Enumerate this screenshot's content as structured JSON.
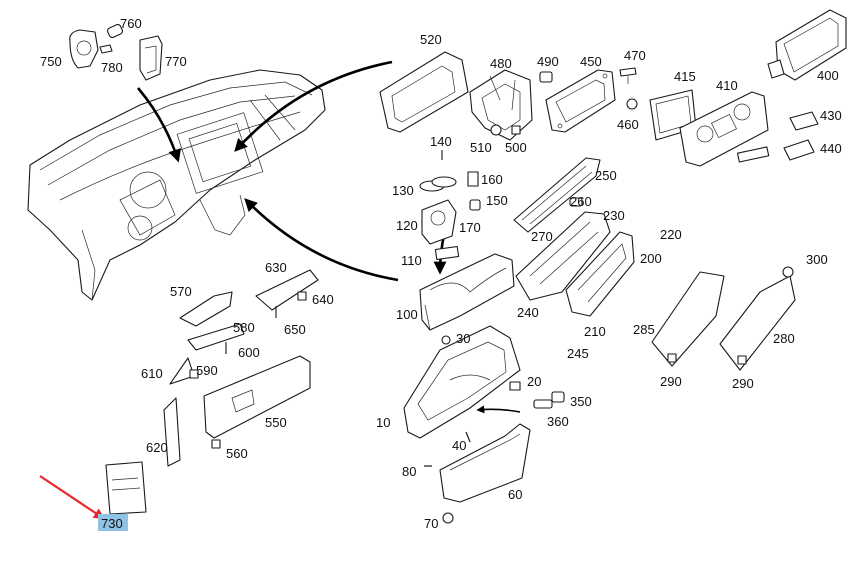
{
  "diagram": {
    "highlight_color": "#8fc3e6",
    "pointer_color": "#e8262a",
    "highlighted_part": "730",
    "callouts": [
      "760",
      "750",
      "780",
      "770",
      "520",
      "480",
      "490",
      "450",
      "470",
      "415",
      "410",
      "400",
      "430",
      "440",
      "460",
      "510",
      "500",
      "140",
      "130",
      "160",
      "150",
      "120",
      "170",
      "250",
      "260",
      "230",
      "270",
      "220",
      "110",
      "200",
      "630",
      "570",
      "640",
      "580",
      "650",
      "600",
      "610",
      "590",
      "620",
      "550",
      "560",
      "100",
      "240",
      "210",
      "245",
      "285",
      "280",
      "300",
      "290",
      "290",
      "30",
      "20",
      "350",
      "360",
      "10",
      "40",
      "80",
      "60",
      "70",
      "730"
    ]
  }
}
